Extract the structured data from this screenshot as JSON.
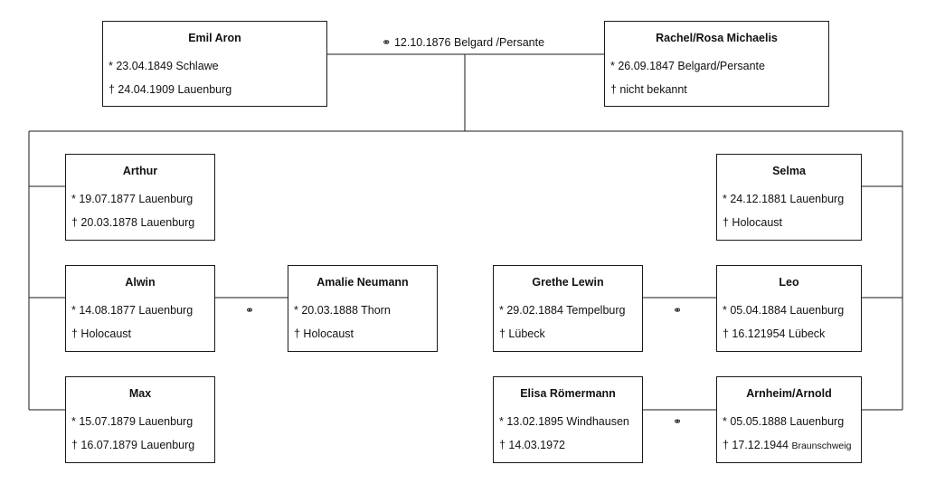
{
  "marriage_symbol": "⚭",
  "parents": {
    "marriage_label": "⚭ 12.10.1876 Belgard /Persante",
    "father": {
      "name": "Emil Aron",
      "birth": "* 23.04.1849 Schlawe",
      "death": "† 24.04.1909 Lauenburg"
    },
    "mother": {
      "name": "Rachel/Rosa Michaelis",
      "birth": "* 26.09.1847 Belgard/Persante",
      "death": "† nicht bekannt"
    }
  },
  "children": {
    "arthur": {
      "name": "Arthur",
      "birth": "* 19.07.1877 Lauenburg",
      "death": "† 20.03.1878 Lauenburg"
    },
    "alwin": {
      "name": "Alwin",
      "birth": "* 14.08.1877 Lauenburg",
      "death": "† Holocaust"
    },
    "max": {
      "name": "Max",
      "birth": "* 15.07.1879 Lauenburg",
      "death": "† 16.07.1879 Lauenburg"
    },
    "selma": {
      "name": "Selma",
      "birth": "* 24.12.1881 Lauenburg",
      "death": "† Holocaust"
    },
    "leo": {
      "name": "Leo",
      "birth": "* 05.04.1884 Lauenburg",
      "death": "† 16.121954 Lübeck"
    },
    "arnheim": {
      "name": "Arnheim/Arnold",
      "birth": "* 05.05.1888 Lauenburg",
      "death_prefix": "† 17.12.1944 ",
      "death_place": "Braunschweig"
    }
  },
  "spouses": {
    "amalie": {
      "name": "Amalie Neumann",
      "birth": "* 20.03.1888 Thorn",
      "death": "† Holocaust"
    },
    "grethe": {
      "name": "Grethe Lewin",
      "birth": "* 29.02.1884 Tempelburg",
      "death": "† Lübeck"
    },
    "elisa": {
      "name": "Elisa Römermann",
      "birth": "* 13.02.1895 Windhausen",
      "death": "† 14.03.1972"
    }
  }
}
